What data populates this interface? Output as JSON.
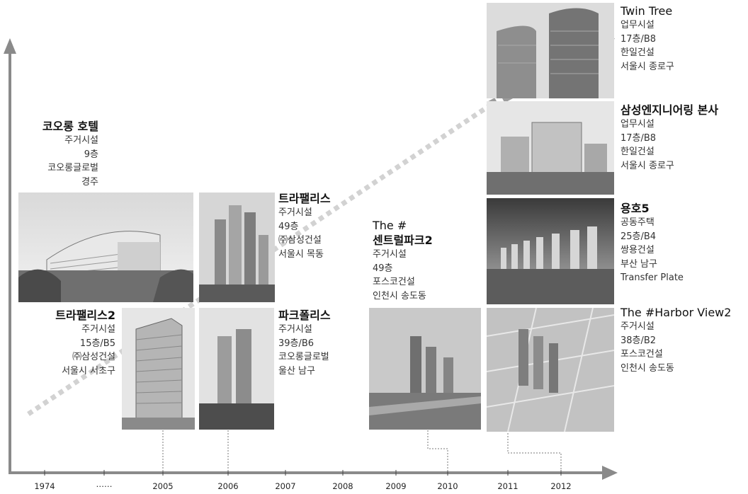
{
  "timeline": {
    "years": [
      "1974",
      "……",
      "2005",
      "2006",
      "2007",
      "2008",
      "2009",
      "2010",
      "2011",
      "2012"
    ]
  },
  "projects": {
    "kolon_hotel": {
      "title": "코오롱 호텔",
      "lines": [
        "주거시설",
        "9층",
        "코오롱글로벌",
        "경주"
      ]
    },
    "trapalace": {
      "title": "트라팰리스",
      "lines": [
        "주거시설",
        "49층",
        "㈜삼성건설",
        "서울시 목동"
      ]
    },
    "trapalace2": {
      "title": "트라팰리스2",
      "lines": [
        "주거시설",
        "15층/B5",
        "㈜삼성건설",
        "서울시 서초구"
      ]
    },
    "park_polis": {
      "title": "파크폴리스",
      "lines": [
        "주거시설",
        "39층/B6",
        "코오롱글로벌",
        "울산 남구"
      ]
    },
    "central_park2": {
      "title1": "The #",
      "title2": "센트럴파크2",
      "lines": [
        "주거시설",
        "49층",
        "포스코건설",
        "인천시 송도동"
      ]
    },
    "twin_tree": {
      "title": "Twin Tree",
      "lines": [
        "업무시설",
        "17층/B8",
        "한일건설",
        "서울시 종로구"
      ]
    },
    "samsung_eng": {
      "title": "삼성엔지니어링 본사",
      "lines": [
        "업무시설",
        "17층/B8",
        "한일건설",
        "서울시 종로구"
      ]
    },
    "yongho5": {
      "title": "용호5",
      "lines": [
        "공동주택",
        "25층/B4",
        "쌍용건설",
        "부산 남구",
        "Transfer Plate"
      ]
    },
    "harbor_view2": {
      "title": "The #Harbor View2",
      "lines": [
        "주거시설",
        "38층/B2",
        "포스코건설",
        "인천시 송도동"
      ]
    }
  },
  "colors": {
    "axis": "#8a8a8a",
    "trend_arrow": "#9c9c9c",
    "photo_tone": "#9e9e9e"
  },
  "icons": {
    "axis_arrow": "arrow-head",
    "trend": "dashed-arrow-up-right"
  }
}
